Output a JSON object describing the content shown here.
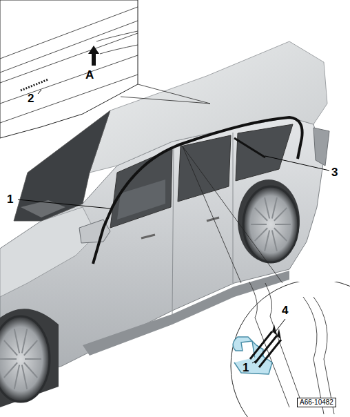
{
  "diagram": {
    "labels": [
      "2",
      "A",
      "1",
      "3",
      "4",
      "1",
      "A66-10482"
    ]
  }
}
